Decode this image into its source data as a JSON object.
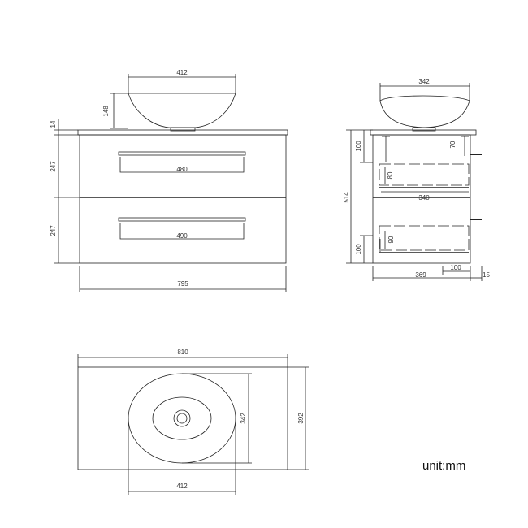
{
  "unit_label": "unit:mm",
  "views": {
    "front": {
      "basin_width": "412",
      "basin_height": "148",
      "top_thickness": "14",
      "drawer_top_height": "247",
      "drawer_bottom_height": "247",
      "handle_top_width": "480",
      "handle_bottom_width": "490",
      "cabinet_width": "795"
    },
    "side": {
      "basin_depth": "342",
      "total_height": "514",
      "top_gap": "100",
      "bottom_gap": "100",
      "upper_inner": "70",
      "shelf_height_top": "80",
      "shelf_height_bottom": "90",
      "inner_depth": "340",
      "cabinet_depth": "369",
      "handle_depth": "15",
      "rail_offset": "100"
    },
    "top": {
      "counter_width": "810",
      "counter_depth": "392",
      "basin_width": "412",
      "basin_depth": "342"
    }
  }
}
